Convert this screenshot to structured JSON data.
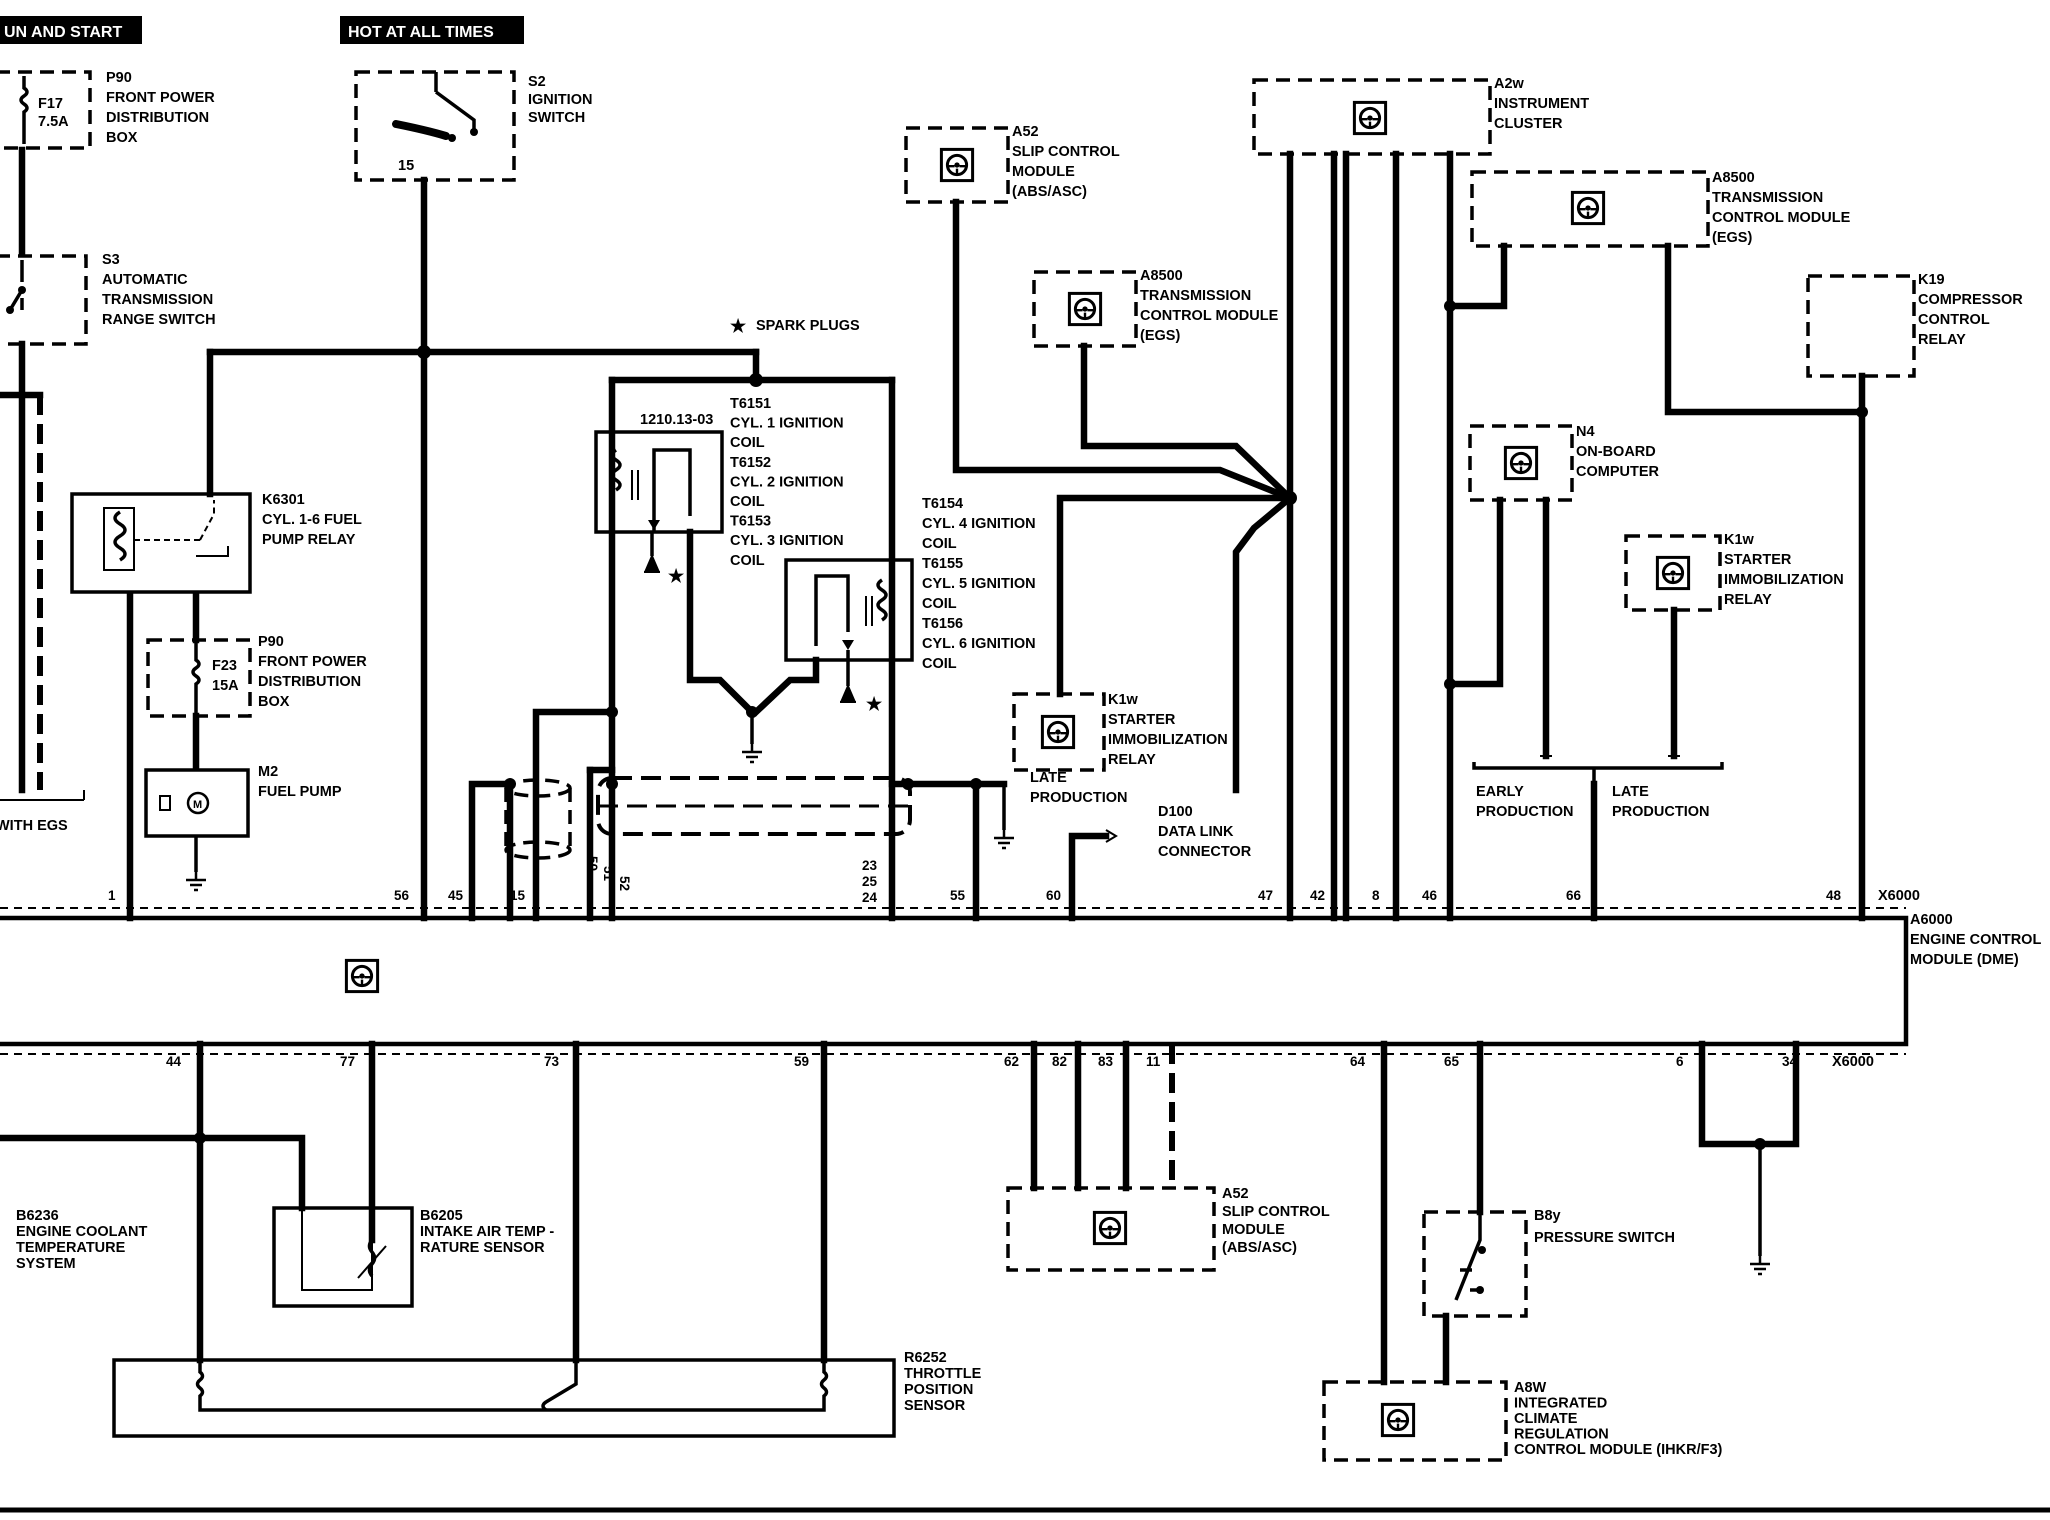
{
  "headers": {
    "run_start": "UN AND START",
    "hot_always": "HOT AT ALL TIMES"
  },
  "components": {
    "p90_top": [
      "P90",
      "FRONT POWER",
      "DISTRIBUTION",
      "BOX"
    ],
    "f17": [
      "F17",
      "7.5A"
    ],
    "s2": [
      "S2",
      "IGNITION",
      "SWITCH"
    ],
    "s2_pin": "15",
    "s3": [
      "S3",
      "AUTOMATIC",
      "TRANSMISSION",
      "RANGE SWITCH"
    ],
    "spark_plugs": "SPARK PLUGS",
    "k6301": [
      "K6301",
      "CYL. 1-6 FUEL",
      "PUMP RELAY"
    ],
    "p90_mid": [
      "P90",
      "FRONT POWER",
      "DISTRIBUTION",
      "BOX"
    ],
    "f23": [
      "F23",
      "15A"
    ],
    "m2": [
      "M2",
      "FUEL PUMP"
    ],
    "m_label": "M",
    "with_egs": "WITH EGS",
    "coils_part": "1210.13-03",
    "coils_a": [
      "T6151",
      "CYL. 1 IGNITION",
      "COIL",
      "T6152",
      "CYL. 2 IGNITION",
      "COIL",
      "T6153",
      "CYL. 3 IGNITION",
      "COIL"
    ],
    "coils_b": [
      "T6154",
      "CYL. 4 IGNITION",
      "COIL",
      "T6155",
      "CYL. 5 IGNITION",
      "COIL",
      "T6156",
      "CYL. 6 IGNITION",
      "COIL"
    ],
    "a52_top": [
      "A52",
      "SLIP CONTROL",
      "MODULE",
      "(ABS/ASC)"
    ],
    "a8500_mid": [
      "A8500",
      "TRANSMISSION",
      "CONTROL MODULE",
      "(EGS)"
    ],
    "a2w": [
      "A2w",
      "INSTRUMENT",
      "CLUSTER"
    ],
    "a8500_right": [
      "A8500",
      "TRANSMISSION",
      "CONTROL MODULE",
      "(EGS)"
    ],
    "k19": [
      "K19",
      "COMPRESSOR",
      "CONTROL",
      "RELAY"
    ],
    "n4": [
      "N4",
      "ON-BOARD",
      "COMPUTER"
    ],
    "k1w_right": [
      "K1w",
      "STARTER",
      "IMMOBILIZATION",
      "RELAY"
    ],
    "k1w_mid": [
      "K1w",
      "STARTER",
      "IMMOBILIZATION",
      "RELAY"
    ],
    "late_prod_mid": [
      "LATE",
      "PRODUCTION"
    ],
    "d100": [
      "D100",
      "DATA LINK",
      "CONNECTOR"
    ],
    "early_prod": [
      "EARLY",
      "PRODUCTION"
    ],
    "late_prod_right": [
      "LATE",
      "PRODUCTION"
    ],
    "x6000_top": "X6000",
    "a6000": [
      "A6000",
      "ENGINE CONTROL",
      "MODULE (DME)"
    ],
    "x6000_bottom": "X6000",
    "b6236": [
      "B6236",
      "ENGINE COOLANT",
      "TEMPERATURE",
      "SYSTEM"
    ],
    "b6205": [
      "B6205",
      "INTAKE AIR TEMP -",
      "RATURE SENSOR"
    ],
    "r6252": [
      "R6252",
      "THROTTLE",
      "POSITION",
      "SENSOR"
    ],
    "a52_bottom": [
      "A52",
      "SLIP CONTROL",
      "MODULE",
      "(ABS/ASC)"
    ],
    "b8y": [
      "B8y",
      "PRESSURE SWITCH"
    ],
    "a8w": [
      "A8W",
      "INTEGRATED",
      "CLIMATE",
      "REGULATION",
      "CONTROL MODULE (IHKR/F3)"
    ]
  },
  "pins_top": [
    "1",
    "56",
    "45",
    "15",
    "50",
    "51",
    "52",
    "23",
    "25",
    "24",
    "55",
    "60",
    "47",
    "42",
    "8",
    "46",
    "66",
    "48"
  ],
  "pins_bottom": [
    "44",
    "77",
    "73",
    "59",
    "62",
    "82",
    "83",
    "11",
    "64",
    "65",
    "6",
    "34"
  ],
  "icons": {
    "module": "steering-wheel-module-icon",
    "ground": "ground-icon",
    "star": "★"
  }
}
